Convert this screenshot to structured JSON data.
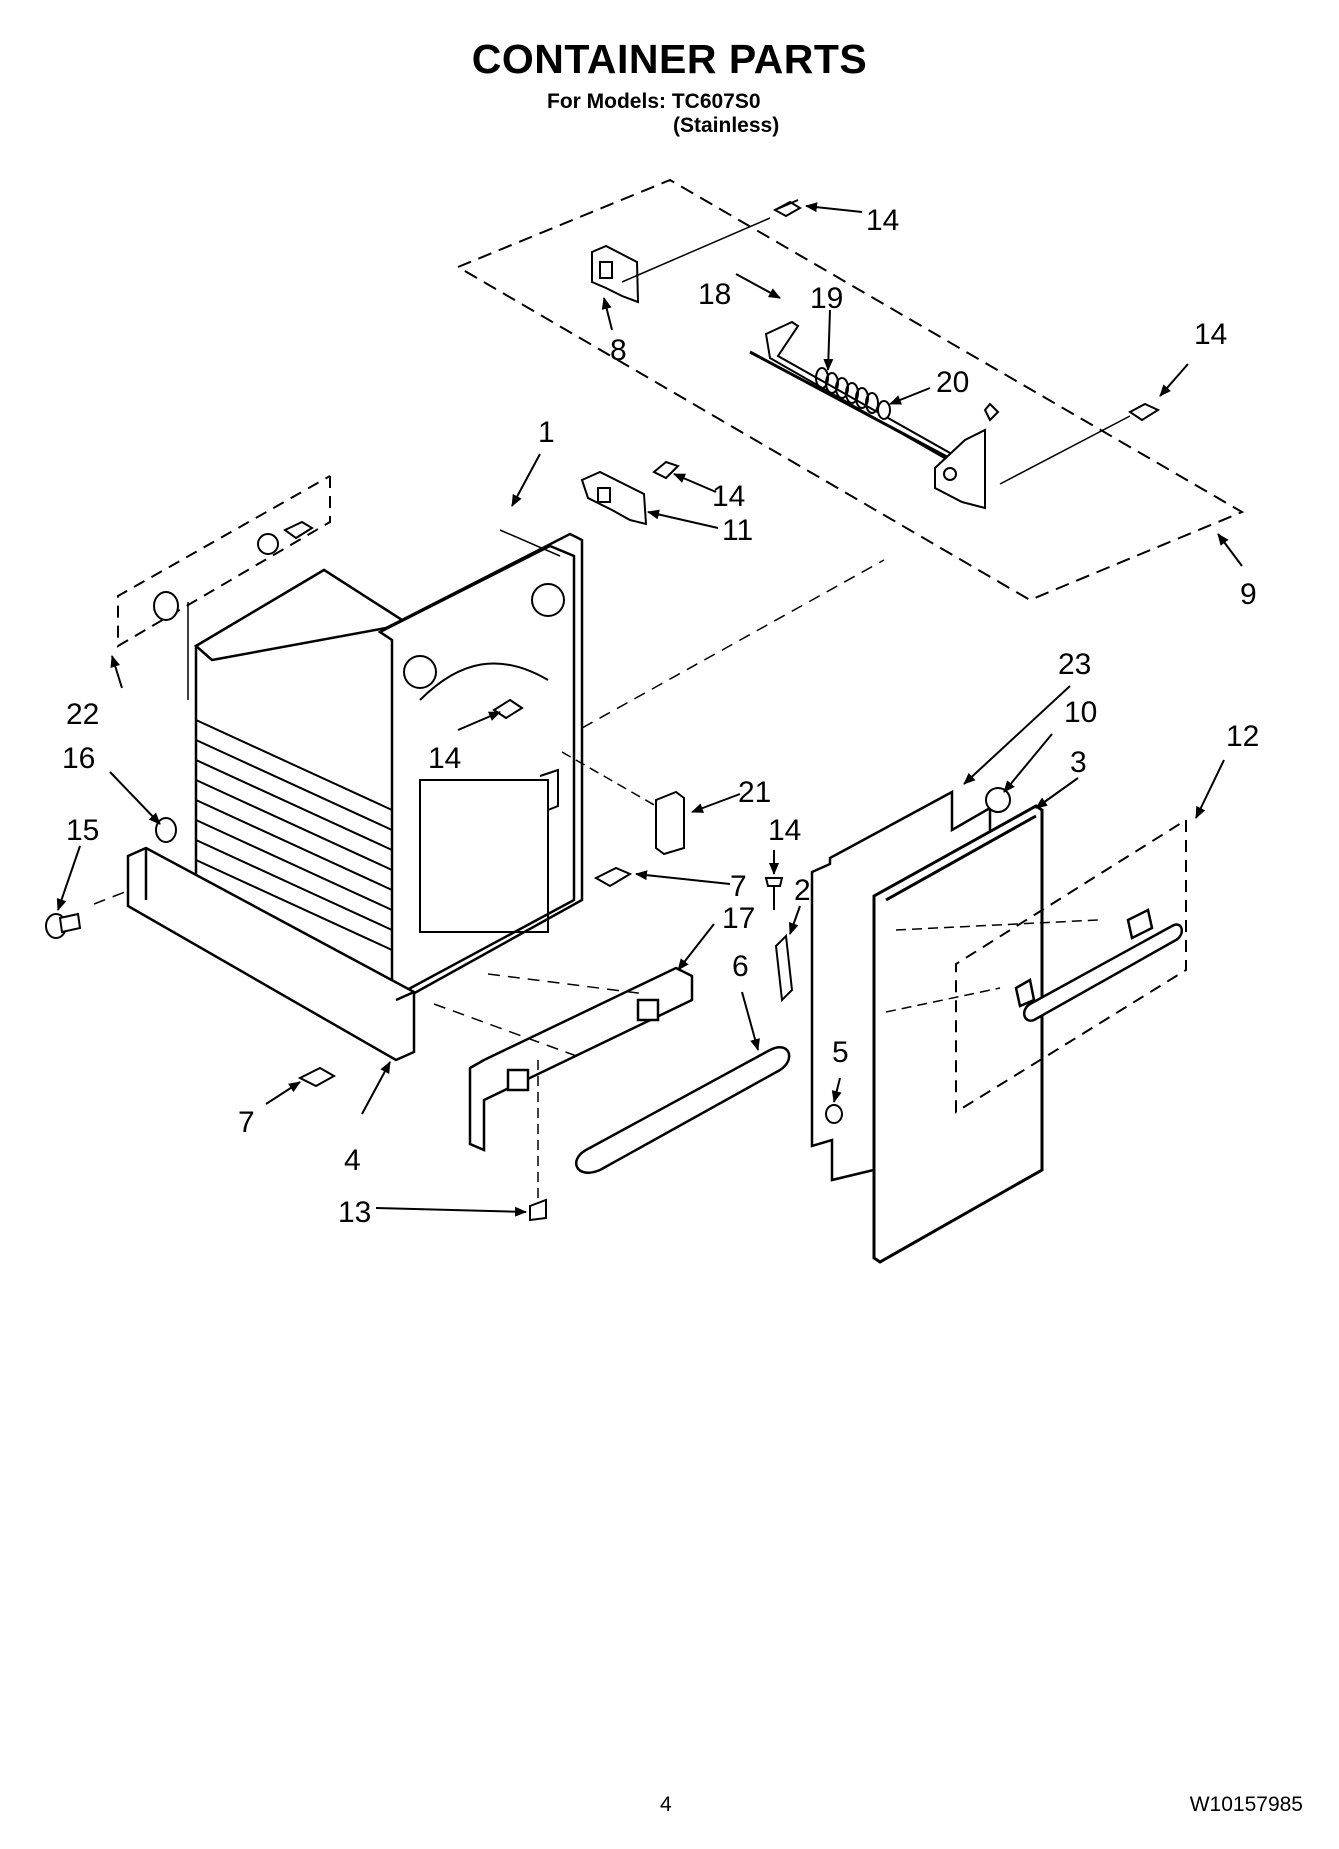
{
  "header": {
    "title": "CONTAINER PARTS",
    "models_line": "For Models: TC607S0",
    "finish_line": "(Stainless)"
  },
  "footer": {
    "page_number": "4",
    "document_number": "W10157985"
  },
  "callouts": [
    "1",
    "2",
    "3",
    "4",
    "5",
    "6",
    "7",
    "7",
    "8",
    "9",
    "10",
    "11",
    "12",
    "13",
    "14",
    "14",
    "14",
    "14",
    "14",
    "15",
    "16",
    "17",
    "18",
    "19",
    "20",
    "21",
    "22",
    "23"
  ]
}
